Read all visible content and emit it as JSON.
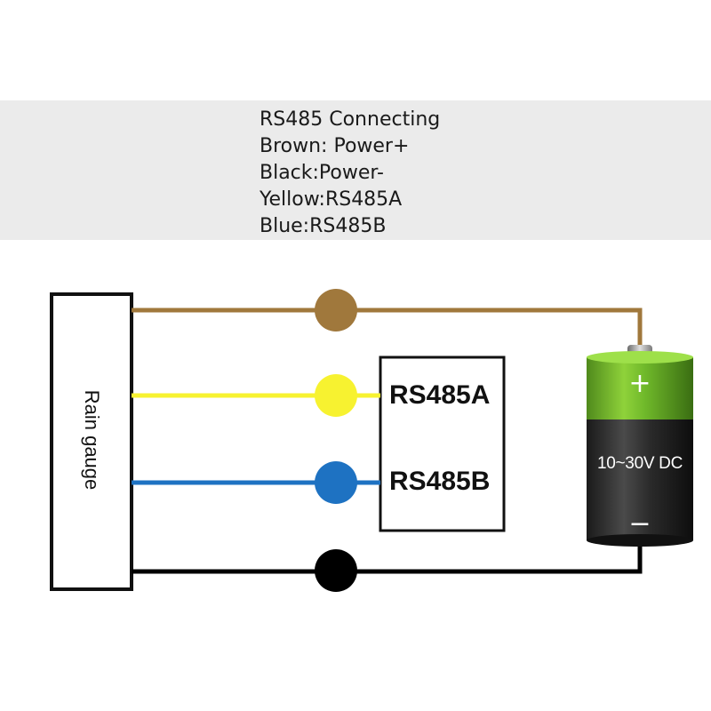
{
  "legend": {
    "lines": [
      "RS485 Connecting",
      "Brown: Power+",
      "Black:Power-",
      "Yellow:RS485A",
      "Blue:RS485B"
    ]
  },
  "device": {
    "label": "Rain gauge"
  },
  "terminal_block": {
    "rs485a_label": "RS485A",
    "rs485b_label": "RS485B"
  },
  "battery": {
    "voltage_label": "10~30V DC",
    "plus_symbol": "+",
    "minus_symbol": "−"
  },
  "wires": {
    "brown": "#a0783c",
    "yellow": "#f7f230",
    "blue": "#1e72c2",
    "black": "#000000"
  }
}
